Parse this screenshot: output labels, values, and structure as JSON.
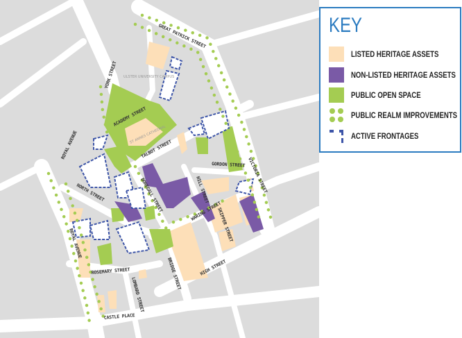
{
  "key": {
    "title": "KEY",
    "items": [
      {
        "label": "LISTED HERITAGE ASSETS",
        "color": "#fddfb8"
      },
      {
        "label": "NON-LISTED HERITAGE ASSETS",
        "color": "#7a5aa6"
      },
      {
        "label": "PUBLIC OPEN SPACE",
        "color": "#a4cc52"
      },
      {
        "label": "PUBLIC REALM IMPROVEMENTS",
        "color": "#a4cc52",
        "icon": "green-dots-icon"
      },
      {
        "label": "ACTIVE FRONTAGES",
        "color": "#3d55a8",
        "icon": "dashed-frontage-icon"
      }
    ]
  },
  "map": {
    "colors": {
      "block": "#dcdcdc",
      "road": "#ffffff",
      "listed": "#fddfb8",
      "nonlisted": "#7a5aa6",
      "open_space": "#a4cc52",
      "frontage": "#3d55a8"
    },
    "streets": {
      "great_patrick": "GREAT PATRICK STREET",
      "york": "YORK STREET",
      "academy": "ACADEMY STREET",
      "talbot": "TALBOT STREET",
      "gordon": "GORDON STREET",
      "victoria": "VICTORIA STREET",
      "royal_avenue_upper": "ROYAL AVENUE",
      "royal_avenue_lower": "ROYAL AVENUE",
      "north": "NORTH STREET",
      "donegall": "DONEGALL STREET",
      "hill": "HILL STREET",
      "waring": "WARING STREET",
      "skipper": "SKIPPER STREET",
      "rosemary": "ROSEMARY STREET",
      "lombard": "LOMBARD STREET",
      "bridge": "BRIDGE STREET",
      "high": "HIGH STREET",
      "castle_place": "CASTLE PLACE"
    },
    "places": {
      "university": "ULSTER UNIVERSITY CAMPUS",
      "cathedral": "ST ANNES CATHEDRAL"
    }
  }
}
